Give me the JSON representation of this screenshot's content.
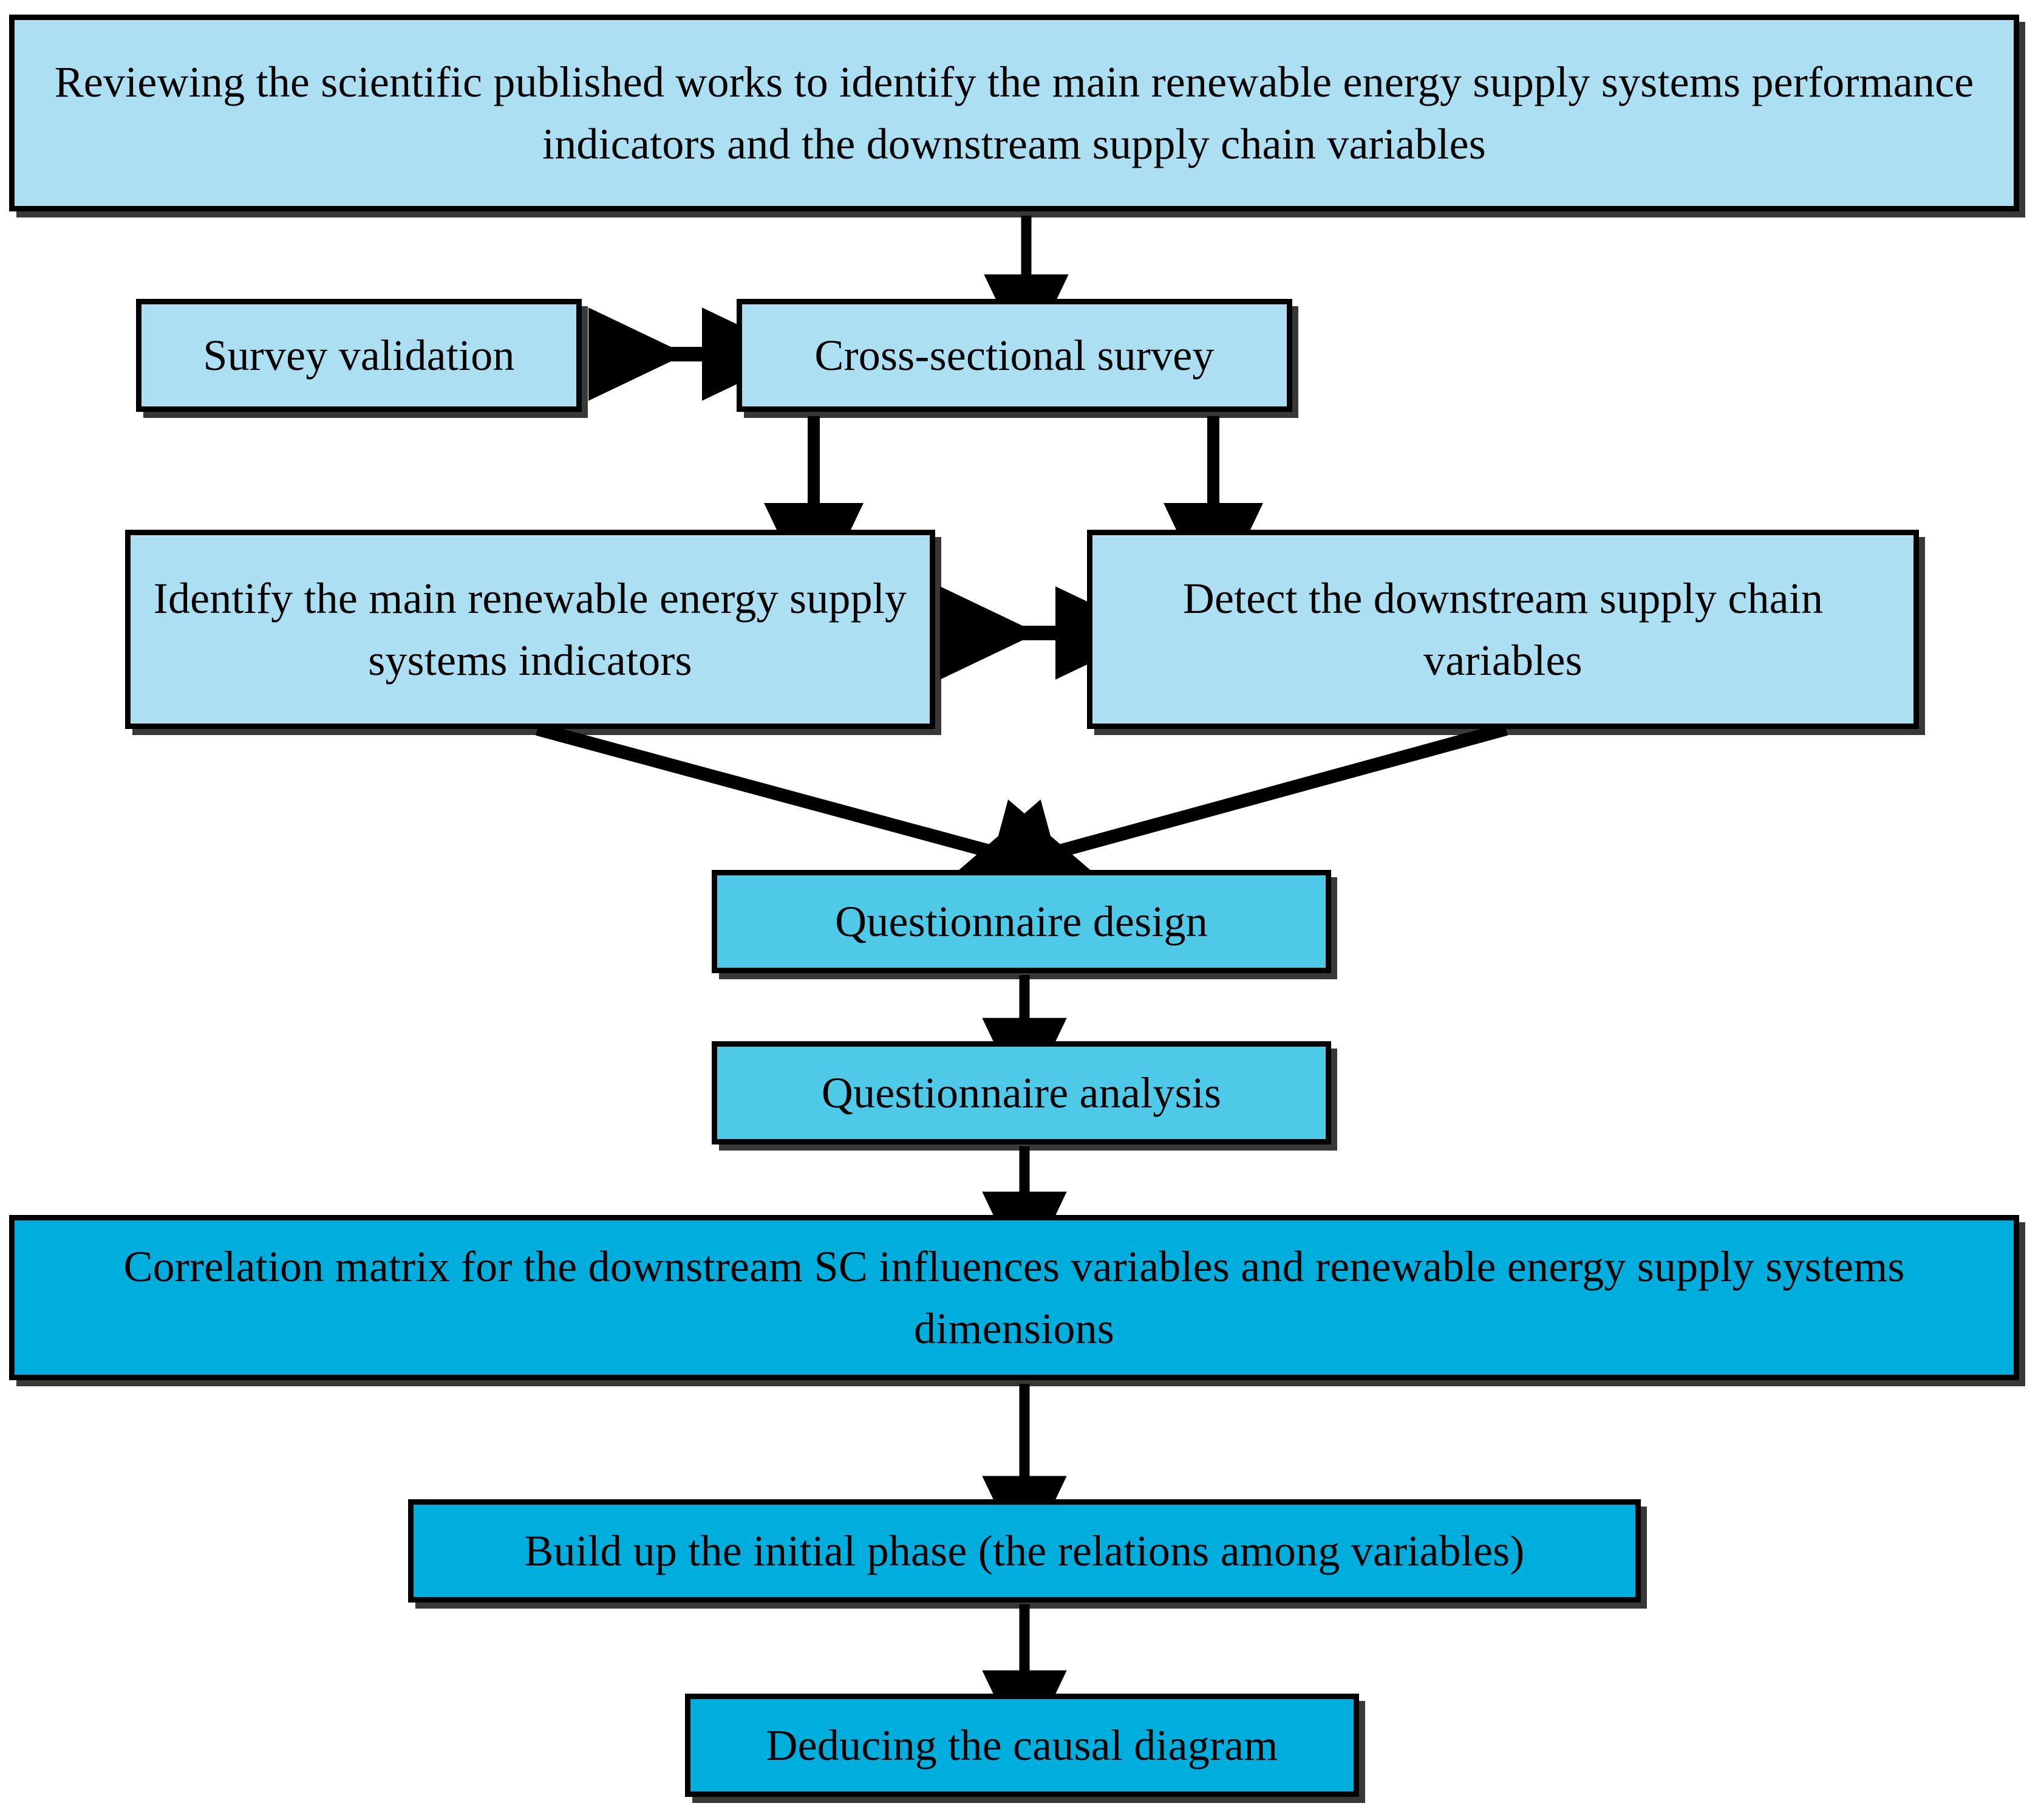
{
  "diagram": {
    "title": "Research methodology flowchart",
    "palette": {
      "light_blue": "#ACDFF2",
      "mid_cyan": "#4FC9E8",
      "deep_cyan": "#00AEDD",
      "outline": "#000000",
      "background": "#FFFFFF"
    },
    "nodes": [
      {
        "id": "review",
        "label": "Reviewing the scientific published works to identify the main renewable energy supply systems performance indicators and the downstream supply chain variables",
        "fill": "light_blue",
        "row": 1
      },
      {
        "id": "survey_validation",
        "label": "Survey validation",
        "fill": "light_blue",
        "row": 2
      },
      {
        "id": "cross_sectional_survey",
        "label": "Cross-sectional survey",
        "fill": "light_blue",
        "row": 2
      },
      {
        "id": "identify_indicators",
        "label": "Identify the main renewable energy supply systems indicators",
        "fill": "light_blue",
        "row": 3
      },
      {
        "id": "detect_variables",
        "label": "Detect the downstream supply chain variables",
        "fill": "light_blue",
        "row": 3
      },
      {
        "id": "questionnaire_design",
        "label": "Questionnaire design",
        "fill": "mid_cyan",
        "row": 4
      },
      {
        "id": "questionnaire_analysis",
        "label": "Questionnaire analysis",
        "fill": "mid_cyan",
        "row": 5
      },
      {
        "id": "correlation_matrix",
        "label": "Correlation matrix for the downstream SC influences variables and renewable energy supply systems dimensions",
        "fill": "deep_cyan",
        "row": 6
      },
      {
        "id": "build_initial_phase",
        "label": "Build up the initial phase (the relations among variables)",
        "fill": "deep_cyan",
        "row": 7
      },
      {
        "id": "deduce_causal_diagram",
        "label": "Deducing the causal diagram",
        "fill": "deep_cyan",
        "row": 8
      }
    ],
    "edges": [
      {
        "from": "review",
        "to": "cross_sectional_survey",
        "style": "vertical-arrow",
        "direction": "down"
      },
      {
        "from": "survey_validation",
        "to": "cross_sectional_survey",
        "style": "horizontal-arrow",
        "direction": "both"
      },
      {
        "from": "cross_sectional_survey",
        "to": "identify_indicators",
        "style": "vertical-arrow",
        "direction": "down"
      },
      {
        "from": "cross_sectional_survey",
        "to": "detect_variables",
        "style": "vertical-arrow",
        "direction": "down"
      },
      {
        "from": "identify_indicators",
        "to": "detect_variables",
        "style": "horizontal-arrow",
        "direction": "both"
      },
      {
        "from": "identify_indicators",
        "to": "questionnaire_design",
        "style": "diagonal-arrow",
        "direction": "down"
      },
      {
        "from": "detect_variables",
        "to": "questionnaire_design",
        "style": "diagonal-arrow",
        "direction": "down"
      },
      {
        "from": "questionnaire_design",
        "to": "questionnaire_analysis",
        "style": "vertical-arrow",
        "direction": "down"
      },
      {
        "from": "questionnaire_analysis",
        "to": "correlation_matrix",
        "style": "vertical-arrow",
        "direction": "down"
      },
      {
        "from": "correlation_matrix",
        "to": "build_initial_phase",
        "style": "vertical-arrow",
        "direction": "down"
      },
      {
        "from": "build_initial_phase",
        "to": "deduce_causal_diagram",
        "style": "vertical-arrow",
        "direction": "down"
      }
    ]
  }
}
